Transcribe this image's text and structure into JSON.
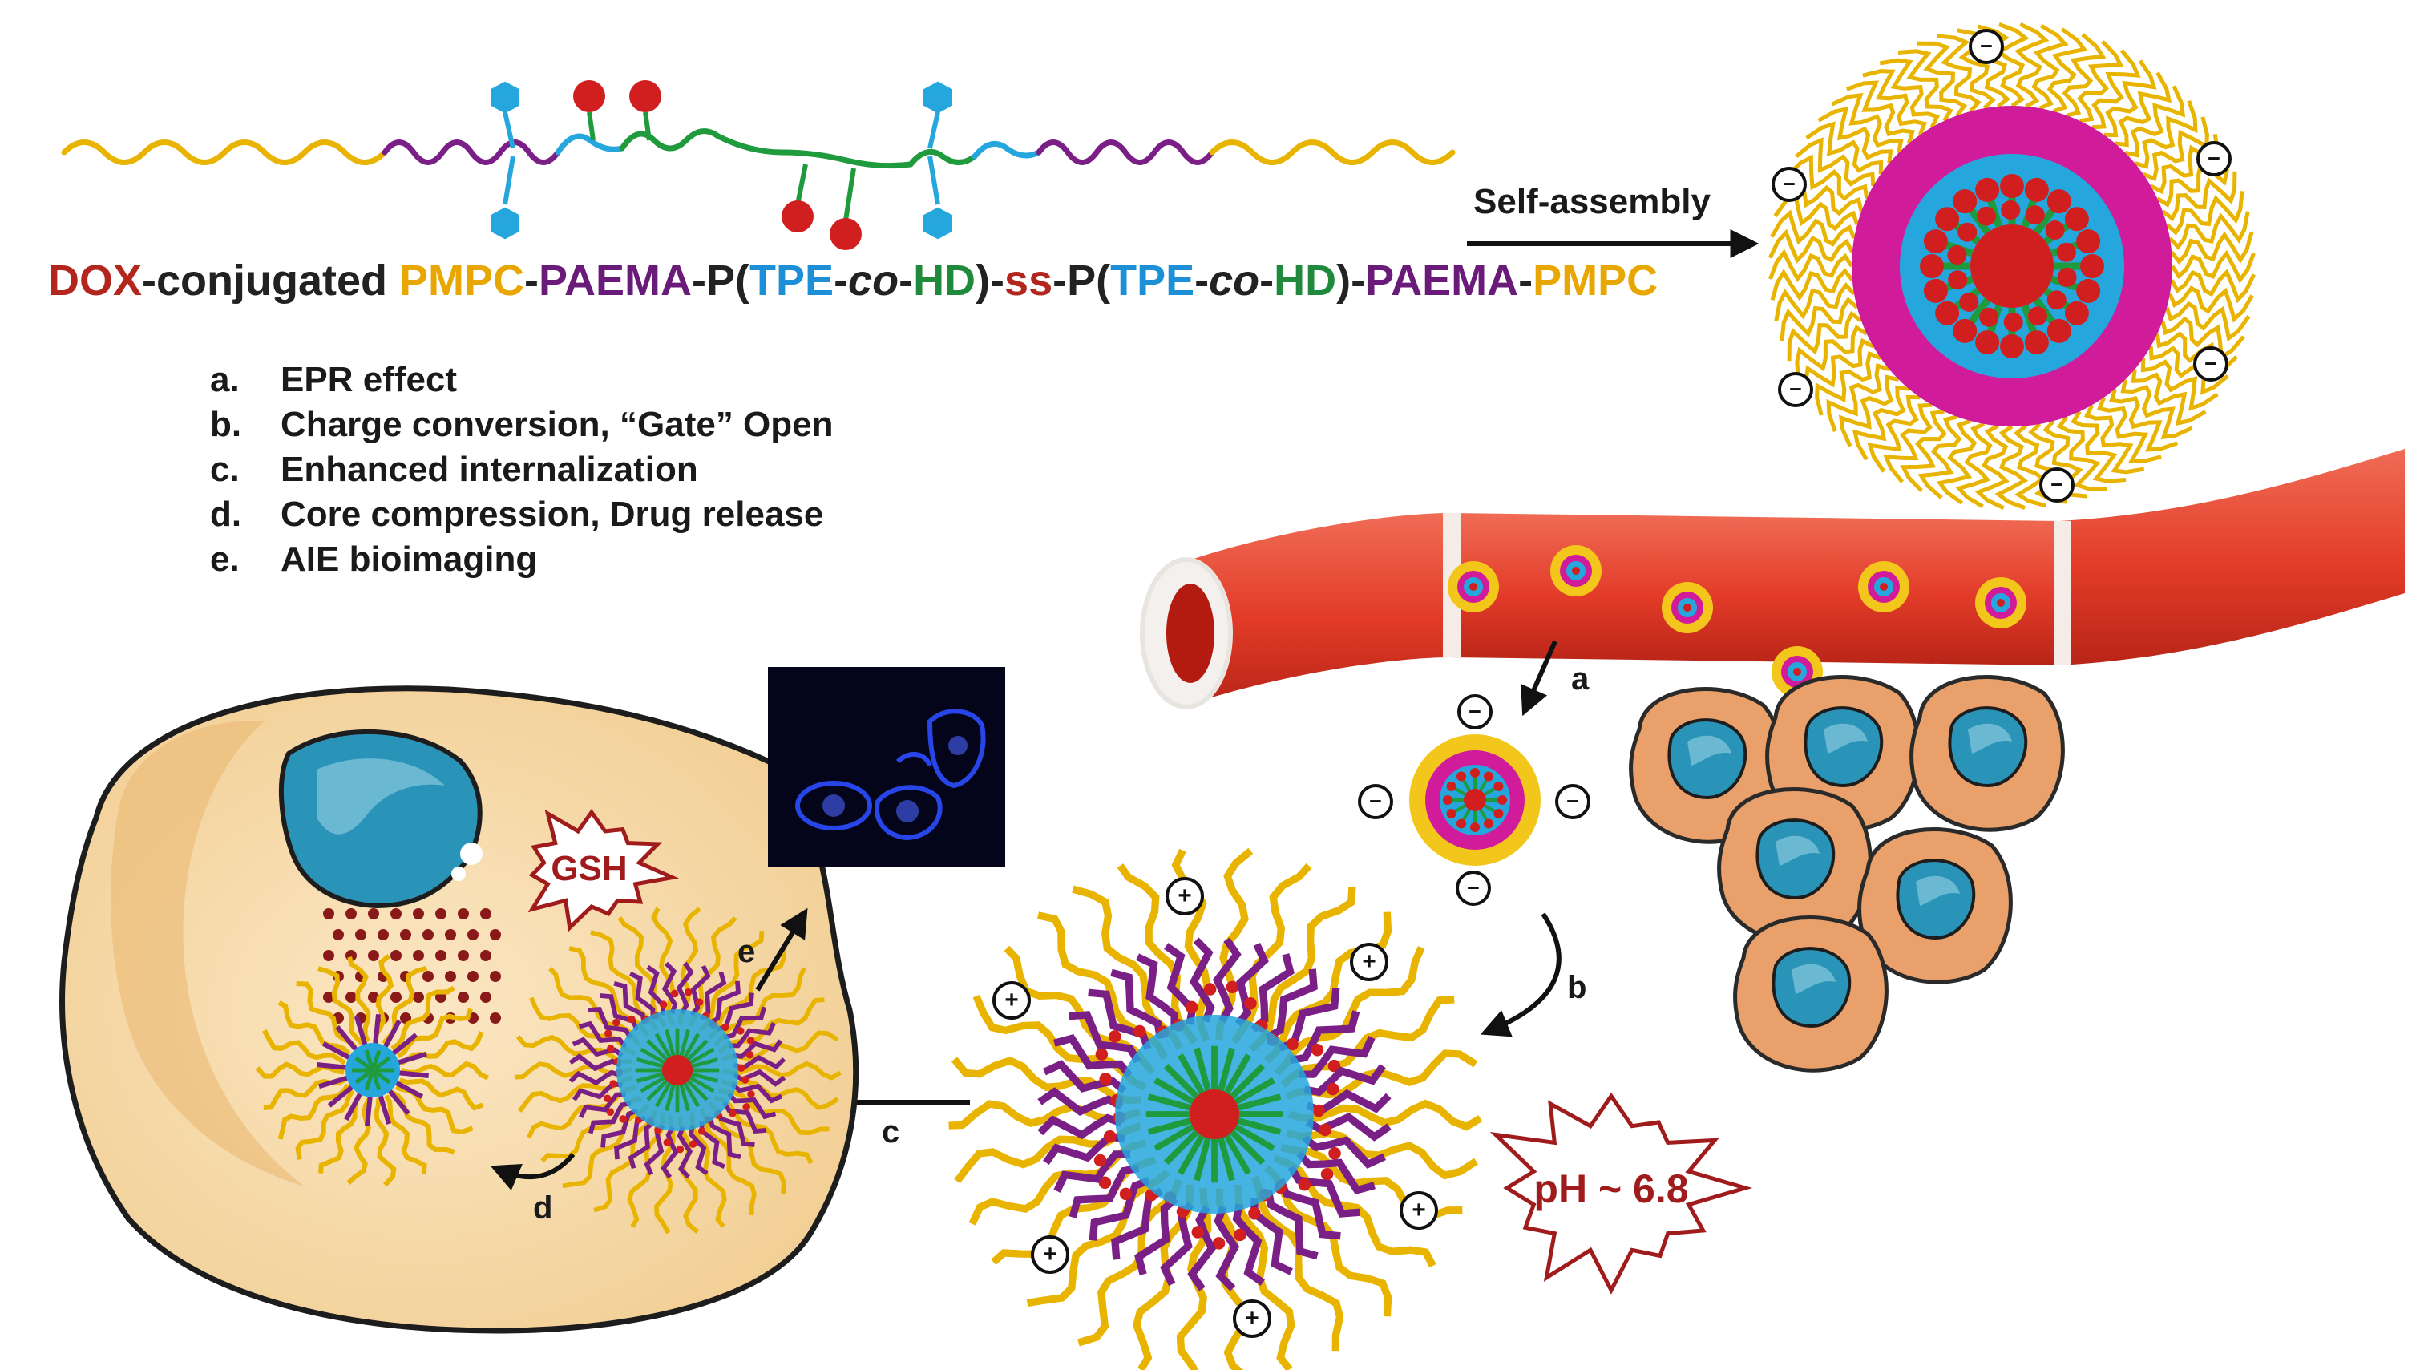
{
  "polymer_caption": [
    {
      "text": "DOX",
      "color": "#b3261e",
      "italic": false
    },
    {
      "text": "-conjugated ",
      "color": "#222222",
      "italic": false
    },
    {
      "text": "PMPC",
      "color": "#e8a600",
      "italic": false
    },
    {
      "text": "-",
      "color": "#222222",
      "italic": false
    },
    {
      "text": "PAEMA",
      "color": "#6a1b7a",
      "italic": false
    },
    {
      "text": "-P(",
      "color": "#222222",
      "italic": false
    },
    {
      "text": "TPE",
      "color": "#1d8fd6",
      "italic": false
    },
    {
      "text": "-",
      "color": "#222222",
      "italic": false
    },
    {
      "text": "co",
      "color": "#222222",
      "italic": true
    },
    {
      "text": "-",
      "color": "#222222",
      "italic": false
    },
    {
      "text": "HD",
      "color": "#1f8a3c",
      "italic": false
    },
    {
      "text": ")-",
      "color": "#222222",
      "italic": false
    },
    {
      "text": "ss",
      "color": "#b3261e",
      "italic": false
    },
    {
      "text": "-P(",
      "color": "#222222",
      "italic": false
    },
    {
      "text": "TPE",
      "color": "#1d8fd6",
      "italic": false
    },
    {
      "text": "-",
      "color": "#222222",
      "italic": false
    },
    {
      "text": "co",
      "color": "#222222",
      "italic": true
    },
    {
      "text": "-",
      "color": "#222222",
      "italic": false
    },
    {
      "text": "HD",
      "color": "#1f8a3c",
      "italic": false
    },
    {
      "text": ")-",
      "color": "#222222",
      "italic": false
    },
    {
      "text": "PAEMA",
      "color": "#6a1b7a",
      "italic": false
    },
    {
      "text": "-",
      "color": "#222222",
      "italic": false
    },
    {
      "text": "PMPC",
      "color": "#e8a600",
      "italic": false
    }
  ],
  "self_assembly_label": "Self-assembly",
  "steps": [
    {
      "key": "a.",
      "text": "EPR effect"
    },
    {
      "key": "b.",
      "text": "Charge conversion, “Gate” Open"
    },
    {
      "key": "c.",
      "text": "Enhanced internalization"
    },
    {
      "key": "d.",
      "text": "Core compression, Drug release"
    },
    {
      "key": "e.",
      "text": "AIE bioimaging"
    }
  ],
  "arrow_labels": {
    "a": "a",
    "b": "b",
    "c": "c",
    "d": "d",
    "e": "e"
  },
  "gsh_label": "GSH",
  "ph_label": "pH ~ 6.8",
  "charge_negative": "−",
  "charge_positive": "+",
  "colors": {
    "pmpc": "#e8b400",
    "paema": "#7a1f86",
    "tpe": "#25a7de",
    "hd": "#1f9a3c",
    "dox": "#d11f1f",
    "micelle_shell": "#d01b9b",
    "vessel": "#e5412f",
    "cell_body": "#f7dcae",
    "tumor_cell": "#e9a06a",
    "nucleus": "#2a93b8"
  }
}
